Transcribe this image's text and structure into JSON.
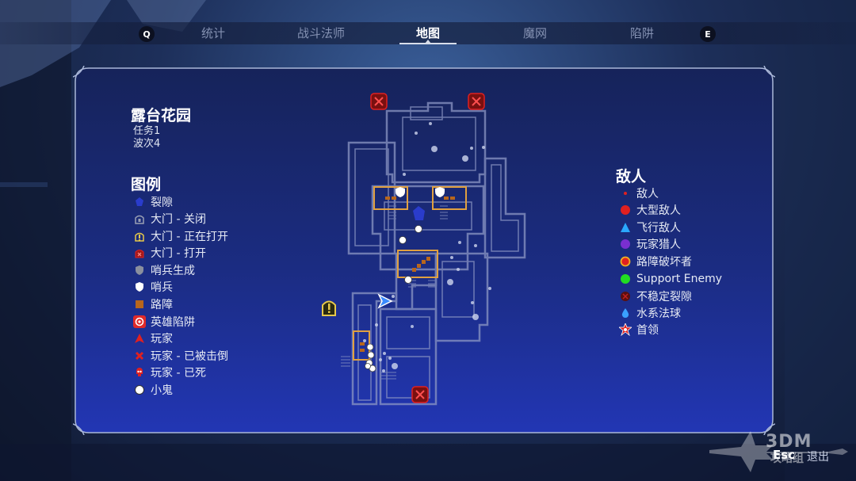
{
  "nav": {
    "left_key": "Q",
    "right_key": "E",
    "tabs": [
      {
        "label": "统计",
        "active": false
      },
      {
        "label": "战斗法师",
        "active": false
      },
      {
        "label": "地图",
        "active": true
      },
      {
        "label": "魔网",
        "active": false
      },
      {
        "label": "陷阱",
        "active": false
      }
    ]
  },
  "location": {
    "title": "露台花园",
    "mission": "任务1",
    "wave": "波次4"
  },
  "legend": {
    "title": "图例",
    "items": [
      {
        "label": "裂隙",
        "icon": "rift-icon"
      },
      {
        "label": "大门 - 关闭",
        "icon": "gate-closed-icon"
      },
      {
        "label": "大门 - 正在打开",
        "icon": "gate-opening-icon"
      },
      {
        "label": "大门 - 打开",
        "icon": "gate-open-icon"
      },
      {
        "label": "哨兵生成",
        "icon": "sentry-spawn-icon"
      },
      {
        "label": "哨兵",
        "icon": "sentry-icon"
      },
      {
        "label": "路障",
        "icon": "barricade-icon"
      },
      {
        "label": "英雄陷阱",
        "icon": "hero-trap-icon"
      },
      {
        "label": "玩家",
        "icon": "player-icon"
      },
      {
        "label": "玩家 - 已被击倒",
        "icon": "player-downed-icon"
      },
      {
        "label": "玩家 - 已死",
        "icon": "player-dead-icon"
      },
      {
        "label": "小鬼",
        "icon": "imp-icon"
      }
    ]
  },
  "enemies": {
    "title": "敌人",
    "items": [
      {
        "label": "敌人",
        "icon": "enemy-icon"
      },
      {
        "label": "大型敌人",
        "icon": "large-enemy-icon"
      },
      {
        "label": "飞行敌人",
        "icon": "flying-enemy-icon"
      },
      {
        "label": "玩家猎人",
        "icon": "player-hunter-icon"
      },
      {
        "label": "路障破坏者",
        "icon": "barricade-breaker-icon"
      },
      {
        "label": "Support Enemy",
        "icon": "support-enemy-icon"
      },
      {
        "label": "不稳定裂隙",
        "icon": "unstable-rift-icon"
      },
      {
        "label": "水系法球",
        "icon": "water-orb-icon"
      },
      {
        "label": "首领",
        "icon": "boss-icon"
      }
    ]
  },
  "footer": {
    "esc_key": "Esc",
    "exit_label": "退出",
    "watermark_text": "3DM",
    "watermark_sub": "攻略组"
  },
  "colors": {
    "accent_orange": "#e0a040",
    "enemy_red": "#e02020",
    "flying_blue": "#2aa8ff",
    "hunter_purple": "#7a2fd0",
    "support_green": "#22dd22",
    "panel_border": "#aab7d8"
  }
}
